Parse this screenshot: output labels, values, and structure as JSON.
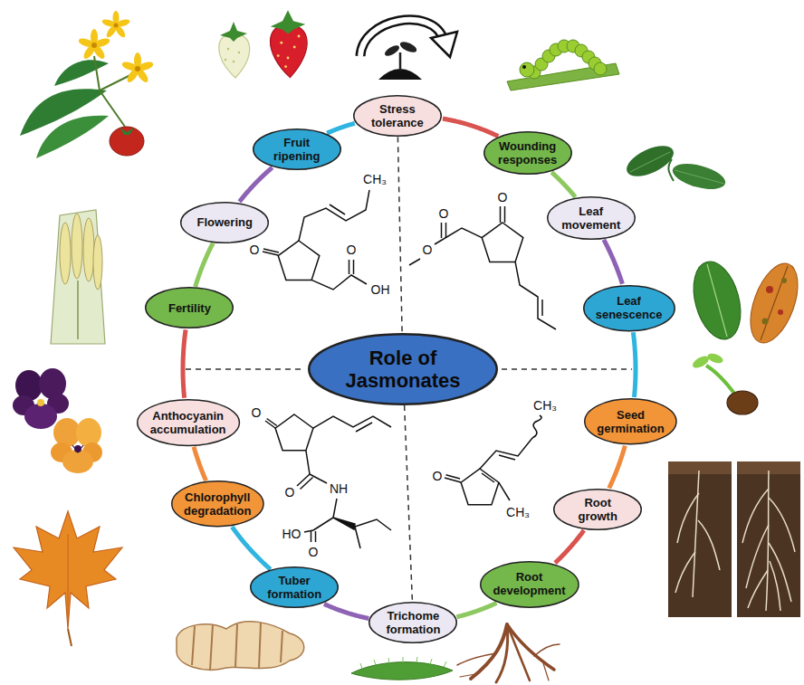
{
  "diagram": {
    "nodes": [
      {
        "text": [
          "Role of Jasmonates"
        ]
      },
      {
        "text": [
          "Stress tolerance"
        ]
      },
      {
        "text": [
          "Wounding responses"
        ]
      },
      {
        "text": [
          "Leaf movement"
        ]
      },
      {
        "text": [
          "Leaf senescence"
        ]
      },
      {
        "text": [
          "Seed germination"
        ]
      },
      {
        "text": [
          "Root growth"
        ]
      },
      {
        "text": [
          "Root development"
        ]
      },
      {
        "text": [
          "Trichome formation"
        ]
      },
      {
        "text": [
          "Tuber formation"
        ]
      },
      {
        "text": [
          "Chlorophyll degradation"
        ]
      },
      {
        "text": [
          "Anthocyanin accumulation"
        ]
      },
      {
        "text": [
          "Fertility"
        ]
      },
      {
        "text": [
          "Flowering"
        ]
      },
      {
        "text": [
          "Fruit ripening"
        ]
      }
    ],
    "edges": [
      {
        "from": 1,
        "to": 2,
        "arrow": "none"
      },
      {
        "from": 2,
        "to": 3,
        "arrow": "none"
      },
      {
        "from": 3,
        "to": 4,
        "arrow": "none"
      },
      {
        "from": 4,
        "to": 5,
        "arrow": "none"
      },
      {
        "from": 5,
        "to": 6,
        "arrow": "none"
      },
      {
        "from": 6,
        "to": 7,
        "arrow": "none"
      },
      {
        "from": 7,
        "to": 8,
        "arrow": "none"
      },
      {
        "from": 8,
        "to": 9,
        "arrow": "none"
      },
      {
        "from": 9,
        "to": 10,
        "arrow": "none"
      },
      {
        "from": 10,
        "to": 11,
        "arrow": "none"
      },
      {
        "from": 11,
        "to": 12,
        "arrow": "none"
      },
      {
        "from": 12,
        "to": 13,
        "arrow": "none"
      },
      {
        "from": 13,
        "to": 14,
        "arrow": "none"
      },
      {
        "from": 14,
        "to": 1,
        "arrow": "none"
      },
      {
        "from": 1,
        "to": 0,
        "arrow": "none"
      },
      {
        "from": 0,
        "to": 8,
        "arrow": "none"
      }
    ],
    "labels": [
      "CH₃",
      "O",
      "O",
      "OH",
      "O",
      "O",
      "O",
      "O",
      "O",
      "NH",
      "HO",
      "O",
      "CH₃",
      "O",
      "CH₃"
    ]
  }
}
